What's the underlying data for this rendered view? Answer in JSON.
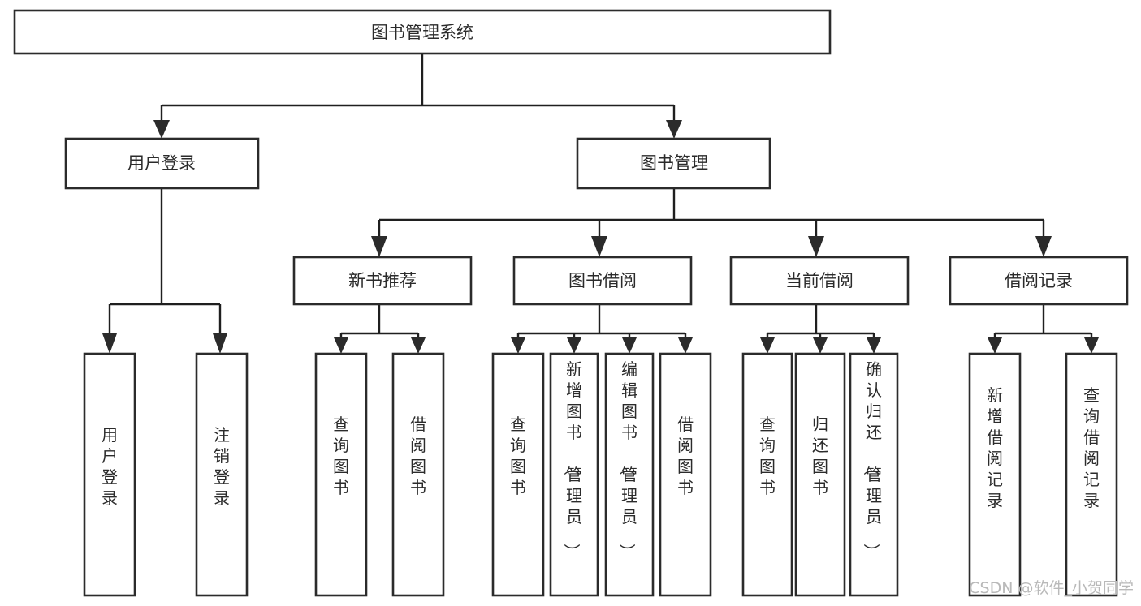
{
  "diagram": {
    "title": "图书管理系统",
    "type": "tree-hierarchy-diagram",
    "colors": {
      "box_stroke": "#2b2b2b",
      "box_fill": "#ffffff",
      "connector": "#1f1f1f",
      "text": "#2b2b2b",
      "watermark": "#b9b9b9",
      "background": "#ffffff"
    },
    "root": {
      "label": "图书管理系统"
    },
    "level2": [
      {
        "label": "用户登录"
      },
      {
        "label": "图书管理"
      }
    ],
    "level3": [
      {
        "label": "新书推荐"
      },
      {
        "label": "图书借阅"
      },
      {
        "label": "当前借阅"
      },
      {
        "label": "借阅记录"
      }
    ],
    "leaves": {
      "user_login": [
        {
          "label": "用户登录"
        },
        {
          "label": "注销登录"
        }
      ],
      "new_book_recommend": [
        {
          "label": "查询图书"
        },
        {
          "label": "借阅图书"
        }
      ],
      "book_borrow": [
        {
          "label": "查询图书"
        },
        {
          "label": "新增图书（管理员）"
        },
        {
          "label": "编辑图书（管理员）"
        },
        {
          "label": "借阅图书"
        }
      ],
      "current_borrow": [
        {
          "label": "查询图书"
        },
        {
          "label": "归还图书"
        },
        {
          "label": "确认归还（管理员）"
        }
      ],
      "borrow_record": [
        {
          "label": "新增借阅记录"
        },
        {
          "label": "查询借阅记录"
        }
      ]
    }
  },
  "watermark": {
    "text": "CSDN @软件_小贺同学"
  }
}
